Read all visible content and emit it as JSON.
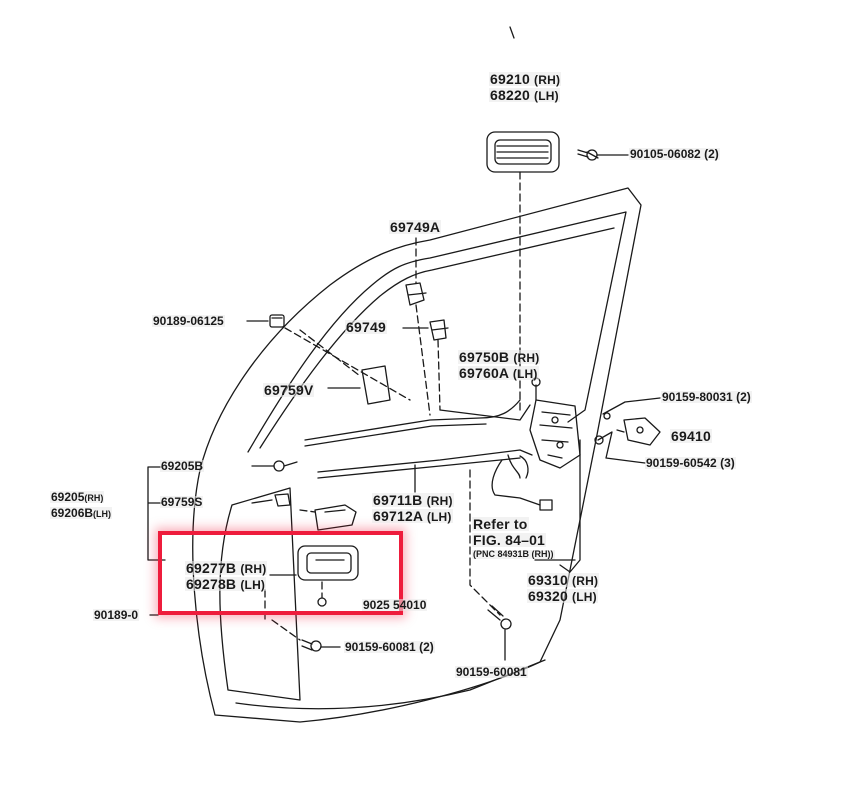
{
  "diagram": {
    "highlight_color": "#ee1c3c",
    "line_color": "#1a1a1a",
    "labels": {
      "p69210": "69210",
      "p69210_side": "(RH)",
      "p68220": "68220",
      "p68220_side": "(LH)",
      "p90105": "90105-06082 (2)",
      "p69749a": "69749A",
      "p90189_06125": "90189-06125",
      "p69749": "69749",
      "p69750b": "69750B",
      "p69750b_side": "(RH)",
      "p69760a": "69760A",
      "p69760a_side": "(LH)",
      "p69759v": "69759V",
      "p90159_80031": "90159-80031 (2)",
      "p69410": "69410",
      "p69205b": "69205B",
      "p90159_60542": "90159-60542 (3)",
      "p69205": "69205",
      "p69205_side": "(RH)",
      "p69206b": "69206B",
      "p69206b_side": "(LH)",
      "p69759s": "69759S",
      "p69711b": "69711B",
      "p69711b_side": "(RH)",
      "p69712a": "69712A",
      "p69712a_side": "(LH)",
      "refer_line1": "Refer to",
      "refer_line2": "FIG. 84–01",
      "refer_line3": "(PNC 84931B (RH))",
      "p69277b": "69277B",
      "p69277b_side": "(RH)",
      "p69278b": "69278B",
      "p69278b_side": "(LH)",
      "p69310": "69310",
      "p69310_side": "(RH)",
      "p69320": "69320",
      "p69320_side": "(LH)",
      "p90189_0": "90189-0",
      "p9025_54010": "9025 54010",
      "p90159_60081_2": "90159-60081 (2)",
      "p90159_60081": "90159-60081"
    }
  }
}
